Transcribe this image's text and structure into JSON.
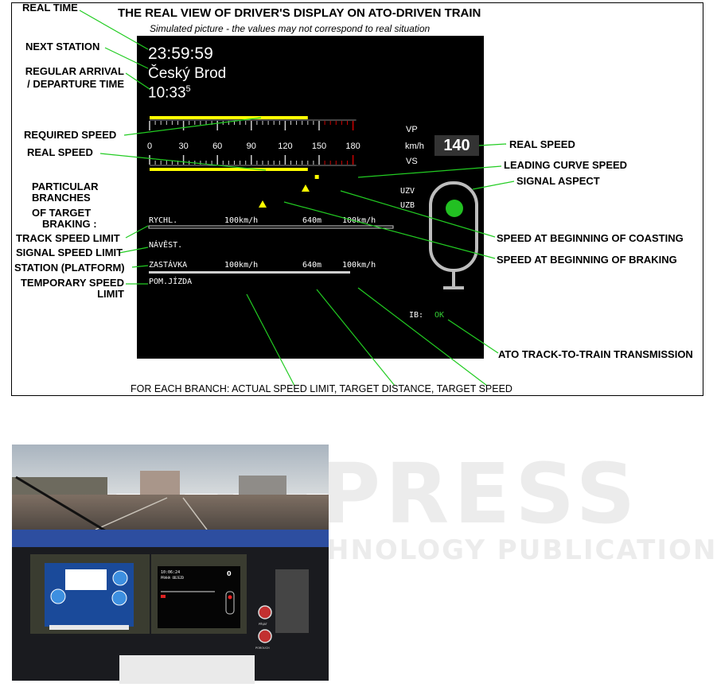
{
  "title": "THE REAL VIEW OF DRIVER'S DISPLAY ON ATO-DRIVEN TRAIN",
  "subtitle": "Simulated picture - the values may not correspond to real situation",
  "display": {
    "time": "23:59:59",
    "next_station": "Český Brod",
    "arrival_time": "10:33",
    "arrival_seconds": "5",
    "speed_ticks": [
      "0",
      "30",
      "60",
      "90",
      "120",
      "150",
      "180"
    ],
    "speed_unit": "km/h",
    "vp_label": "VP",
    "vs_label": "VS",
    "real_speed_value": "140",
    "uzv_label": "UZV",
    "uzb_label": "UZB",
    "ib_label": "IB:",
    "ib_status": "OK",
    "required_speed_kmh": 140,
    "real_speed_kmh": 140,
    "leading_curve_speed_kmh": 148,
    "coasting_speed_kmh": 138,
    "braking_speed_kmh": 100,
    "signal_aspect_color": "#22c022",
    "branches": [
      {
        "name": "RYCHL.",
        "limit": "100km/h",
        "distance": "640m",
        "target": "100km/h"
      },
      {
        "name": "NÁVĚST.",
        "limit": "",
        "distance": "",
        "target": ""
      },
      {
        "name": "ZASTÁVKA",
        "limit": "100km/h",
        "distance": "640m",
        "target": "100km/h"
      },
      {
        "name": "POM.JÍZDA",
        "limit": "",
        "distance": "",
        "target": ""
      }
    ]
  },
  "labels": {
    "real_time": "REAL TIME",
    "next_station": "NEXT STATION",
    "regular_arrival_1": "REGULAR ARRIVAL",
    "regular_arrival_2": "/ DEPARTURE  TIME",
    "required_speed": "REQUIRED SPEED",
    "real_speed_left": "REAL SPEED",
    "real_speed_right": "REAL SPEED",
    "leading_curve_speed": "LEADING CURVE SPEED",
    "signal_aspect": "SIGNAL ASPECT",
    "particular_1": "PARTICULAR",
    "particular_2": "BRANCHES",
    "particular_3": "OF TARGET",
    "particular_4": "BRAKING :",
    "track_speed_limit": "TRACK SPEED LIMIT",
    "signal_speed_limit": "SIGNAL  SPEED LIMIT",
    "station_platform": "STATION (PLATFORM)",
    "temporary_1": "TEMPORARY SPEED",
    "temporary_2": "LIMIT",
    "coasting": "SPEED AT BEGINNING OF COASTING",
    "braking": "SPEED AT BEGINNING OF BRAKING",
    "ato_transmission": "ATO TRACK-TO-TRAIN TRANSMISSION",
    "for_each_branch": "FOR EACH BRANCH: ACTUAL SPEED LIMIT, TARGET DISTANCE, TARGET SPEED"
  },
  "watermark": {
    "line1": "SCITEPRESS",
    "line2": "SCIENCE AND TECHNOLOGY PUBLICATIONS"
  },
  "photo": {
    "screen1_time": "10:06:24",
    "screen1_station": "PRAHA ODJEZD",
    "screen1_speed": "0",
    "button1_label": "PŘIJAT",
    "button2_label": "POROUCH"
  },
  "colors": {
    "display_bg": "#000000",
    "required_bar": "#ffff00",
    "leader_line": "#22cc22",
    "alarm_ticks": "#cc0000",
    "signal_lamp": "#22c022",
    "ok_text": "#33cc33"
  }
}
